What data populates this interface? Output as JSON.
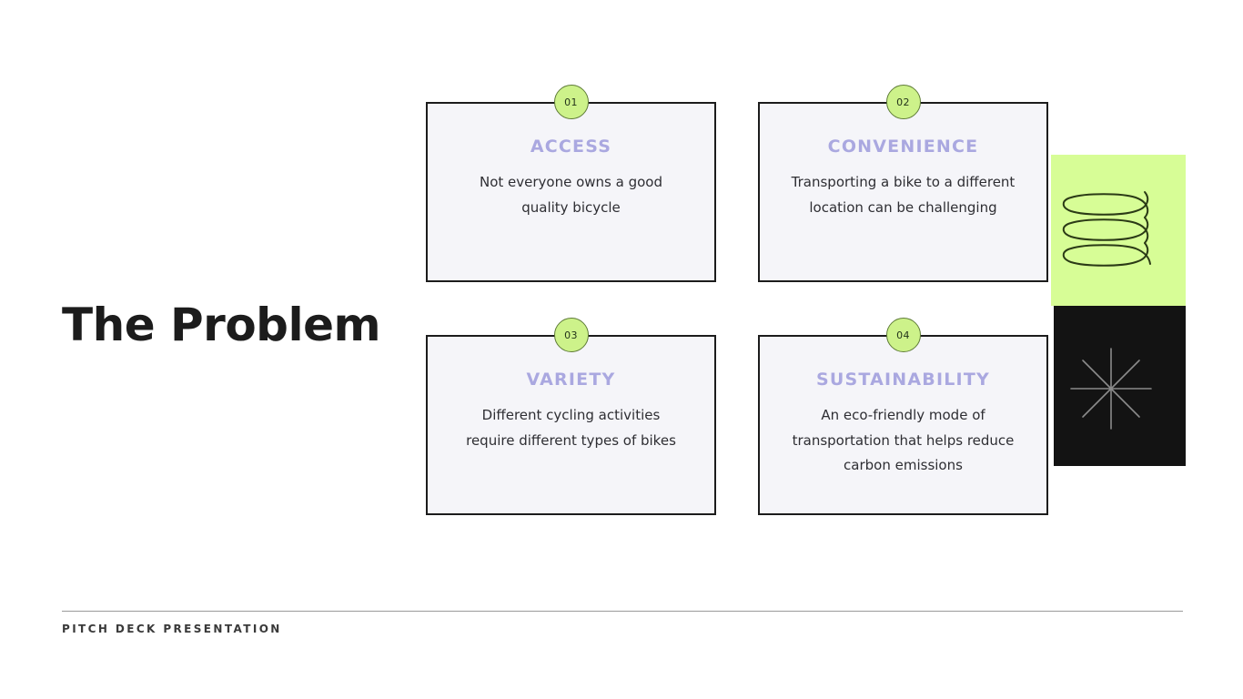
{
  "slide": {
    "title": "The Problem",
    "footer_label": "PITCH DECK PRESENTATION"
  },
  "cards": [
    {
      "number": "01",
      "heading": "ACCESS",
      "body": "Not everyone owns a good quality bicycle"
    },
    {
      "number": "02",
      "heading": "CONVENIENCE",
      "body": "Transporting a bike to a different location can be challenging"
    },
    {
      "number": "03",
      "heading": "VARIETY",
      "body": "Different cycling activities require different types of bikes"
    },
    {
      "number": "04",
      "heading": "SUSTAINABILITY",
      "body": "An eco-friendly mode of transportation that helps reduce carbon emissions"
    }
  ],
  "decorations": {
    "green_square": {
      "icon": "spiral-coil-icon",
      "fill": "#d7fd96",
      "stroke": "#2b3a16"
    },
    "black_square": {
      "icon": "asterisk-star-icon",
      "fill": "#131313",
      "stroke": "#8a8a8a"
    }
  },
  "colors": {
    "background": "#ffffff",
    "card_fill": "#f5f5f9",
    "card_border": "#1c1c1c",
    "heading_accent": "#aaa8e0",
    "badge_fill": "#cdf28a",
    "body_text": "#2e2e33",
    "title_text": "#1c1c1c",
    "footer_rule": "#9a9a9a"
  }
}
